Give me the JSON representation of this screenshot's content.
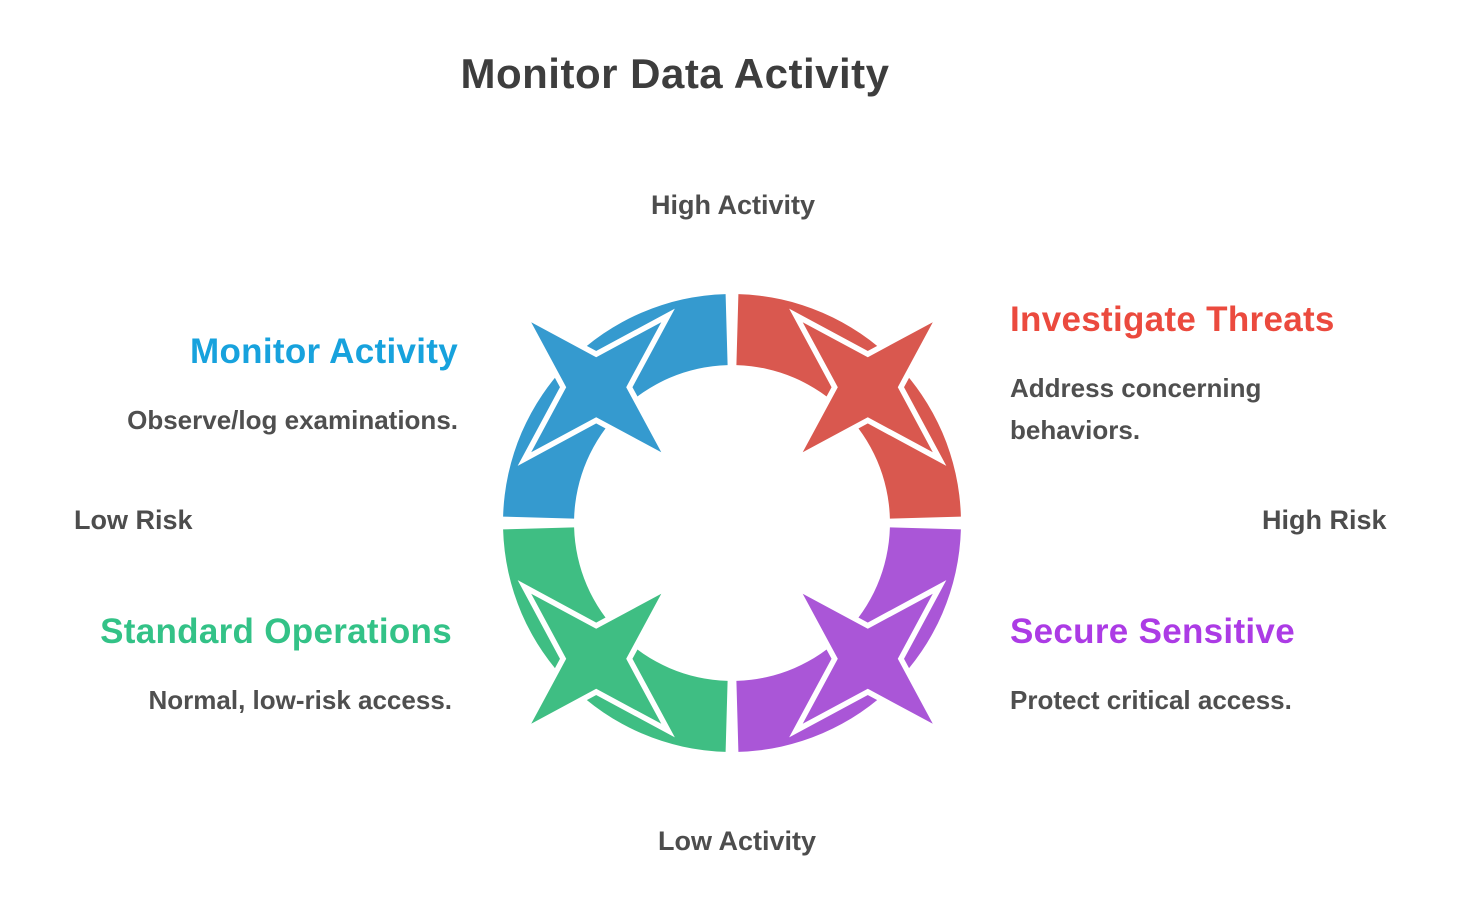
{
  "page": {
    "title": "Monitor Data Activity",
    "background_color": "#ffffff",
    "title_color": "#3d3d3d"
  },
  "axis_labels": {
    "top": "High Activity",
    "bottom": "Low Activity",
    "left": "Low Risk",
    "right": "High Risk"
  },
  "quadrants": [
    {
      "id": "monitor-activity",
      "position": "top-left",
      "label": "Monitor Activity",
      "description": "Observe/log examinations.",
      "label_color": "#17a2dd",
      "arc_color": "#359acf"
    },
    {
      "id": "investigate-threats",
      "position": "top-right",
      "label": "Investigate Threats",
      "description": "Address concerning behaviors.",
      "label_color": "#eb4a3e",
      "arc_color": "#d9584f"
    },
    {
      "id": "standard-operations",
      "position": "bottom-left",
      "label": "Standard Operations",
      "description": "Normal, low-risk access.",
      "label_color": "#33c287",
      "arc_color": "#3fbe83"
    },
    {
      "id": "secure-sensitive",
      "position": "bottom-right",
      "label": "Secure Sensitive",
      "description": "Protect critical access.",
      "label_color": "#ac3be5",
      "arc_color": "#aa56d7"
    }
  ]
}
